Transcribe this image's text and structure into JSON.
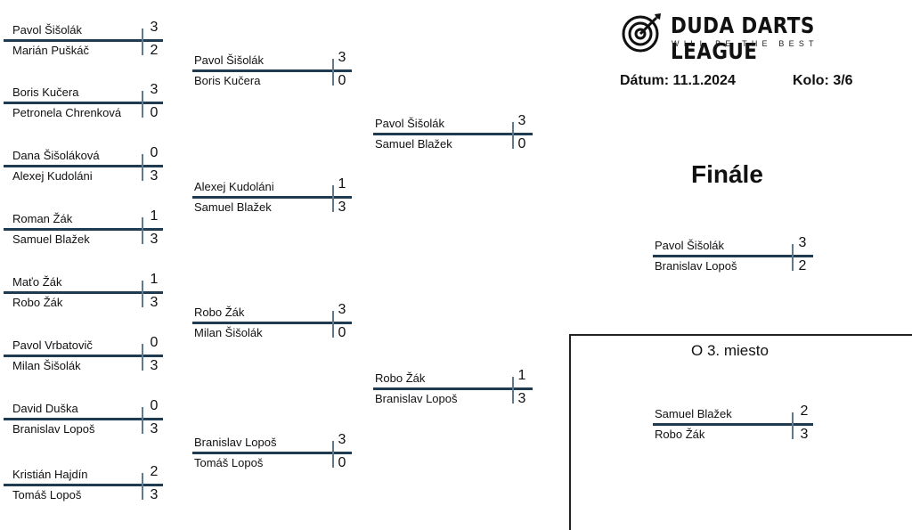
{
  "header": {
    "title": "DUDA DARTS LEAGUE",
    "subtitle": "WILL BE THE BEST",
    "date": "Dátum: 11.1.2024",
    "round": "Kolo: 3/6",
    "logo_icon": "dartboard-with-dart-icon"
  },
  "bracket": {
    "round1": [
      {
        "p1": "Pavol Šišolák",
        "s1": "3",
        "p2": "Marián Puškáč",
        "s2": "2"
      },
      {
        "p1": "Boris Kučera",
        "s1": "3",
        "p2": "Petronela Chrenková",
        "s2": "0"
      },
      {
        "p1": "Dana Šišoláková",
        "s1": "0",
        "p2": "Alexej Kudoláni",
        "s2": "3"
      },
      {
        "p1": "Roman Žák",
        "s1": "1",
        "p2": "Samuel Blažek",
        "s2": "3"
      },
      {
        "p1": "Maťo Žák",
        "s1": "1",
        "p2": "Robo Žák",
        "s2": "3"
      },
      {
        "p1": "Pavol Vrbatovič",
        "s1": "0",
        "p2": "Milan Šišolák",
        "s2": "3"
      },
      {
        "p1": "David Duška",
        "s1": "0",
        "p2": "Branislav Lopoš",
        "s2": "3"
      },
      {
        "p1": "Kristián Hajdín",
        "s1": "2",
        "p2": "Tomáš Lopoš",
        "s2": "3"
      }
    ],
    "round2": [
      {
        "p1": "Pavol Šišolák",
        "s1": "3",
        "p2": "Boris Kučera",
        "s2": "0"
      },
      {
        "p1": "Alexej Kudoláni",
        "s1": "1",
        "p2": "Samuel Blažek",
        "s2": "3"
      },
      {
        "p1": "Robo Žák",
        "s1": "3",
        "p2": "Milan Šišolák",
        "s2": "0"
      },
      {
        "p1": "Branislav Lopoš",
        "s1": "3",
        "p2": "Tomáš Lopoš",
        "s2": "0"
      }
    ],
    "round3": [
      {
        "p1": "Pavol Šišolák",
        "s1": "3",
        "p2": "Samuel Blažek",
        "s2": "0"
      },
      {
        "p1": "Robo Žák",
        "s1": "1",
        "p2": "Branislav Lopoš",
        "s2": "3"
      }
    ],
    "final_title": "Finále",
    "final": {
      "p1": "Pavol Šišolák",
      "s1": "3",
      "p2": "Branislav Lopoš",
      "s2": "2"
    },
    "third_place_title": "O 3. miesto",
    "third_place": {
      "p1": "Samuel Blažek",
      "s1": "2",
      "p2": "Robo Žák",
      "s2": "3"
    }
  }
}
